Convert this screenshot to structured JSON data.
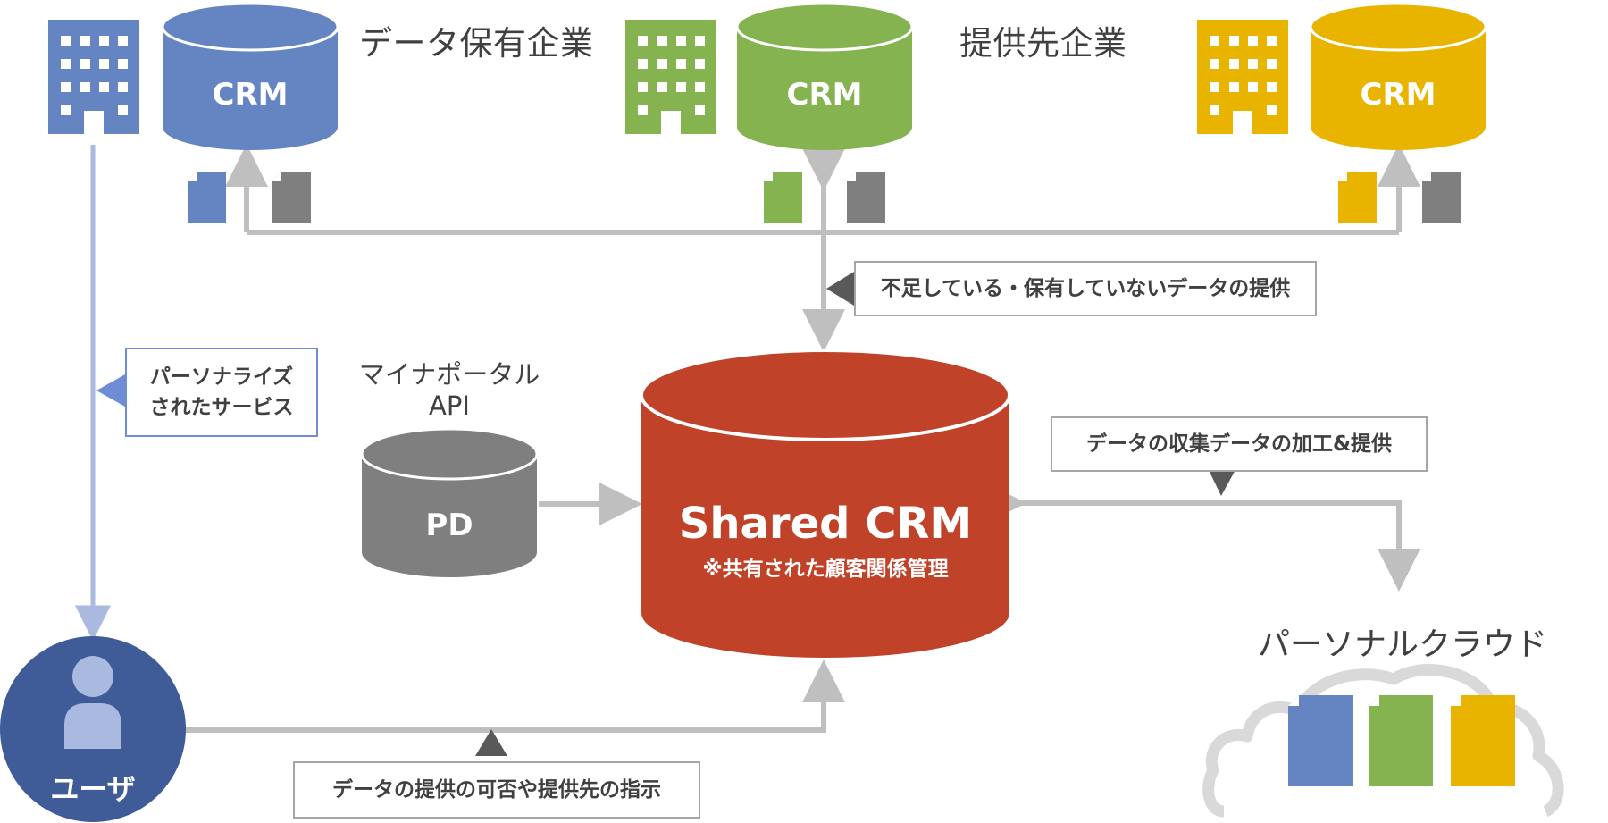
{
  "colors": {
    "blue": "#6585c2",
    "green": "#84b350",
    "yellow": "#e8b400",
    "gray": "#7f7f7f",
    "red": "#bf4229",
    "navy": "#3f5c99",
    "connector": "#bfbfbf",
    "blue_line": "#a9b9df"
  },
  "companies": {
    "data_holder_label": "データ保有企業",
    "provider_label": "提供先企業",
    "crm_label": "CRM"
  },
  "labels": {
    "shortage": "不足している・保有していないデータの提供",
    "personalized_line1": "パーソナライズ",
    "personalized_line2": "されたサービス",
    "mynaportal_line1": "マイナポータル",
    "mynaportal_line2": "API",
    "collect_process": "データの収集データの加工&提供",
    "instruction": "データの提供の可否や提供先の指示"
  },
  "pd": {
    "label": "PD"
  },
  "shared_crm": {
    "title": "Shared CRM",
    "subtitle": "※共有された顧客関係管理"
  },
  "personal_cloud": {
    "label": "パーソナルクラウド"
  },
  "user": {
    "label": "ユーザ"
  },
  "icons": [
    "building-icon",
    "database-icon",
    "document-icon",
    "user-icon",
    "cloud-icon",
    "arrow-icon",
    "triangle-pointer-icon"
  ]
}
